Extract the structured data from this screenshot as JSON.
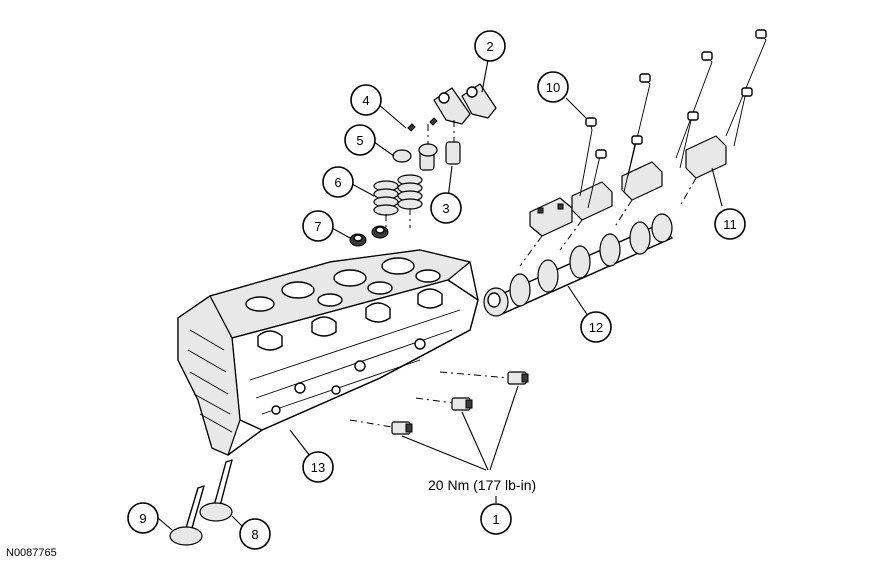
{
  "figure_id": "N0087765",
  "torque_spec": "20 Nm (177 lb-in)",
  "callouts": {
    "c1": "1",
    "c2": "2",
    "c3": "3",
    "c4": "4",
    "c5": "5",
    "c6": "6",
    "c7": "7",
    "c8": "8",
    "c9": "9",
    "c10": "10",
    "c11": "11",
    "c12": "12",
    "c13": "13"
  },
  "icons": {
    "main": "engine-cylinder-head-exploded-view-icon"
  }
}
